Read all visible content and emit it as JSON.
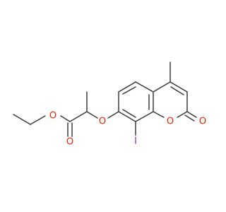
{
  "molecule": {
    "atoms": {
      "o_ether_ester": "O",
      "o_carbonyl_ester": "O",
      "o_aryl_ether": "O",
      "o_ring": "O",
      "o_carbonyl_ring": "O",
      "iodine": "I"
    },
    "colors": {
      "bond": "#3a3a3a",
      "oxygen": "#e8250c",
      "iodine": "#8a2bb0",
      "background": "#ffffff"
    }
  }
}
